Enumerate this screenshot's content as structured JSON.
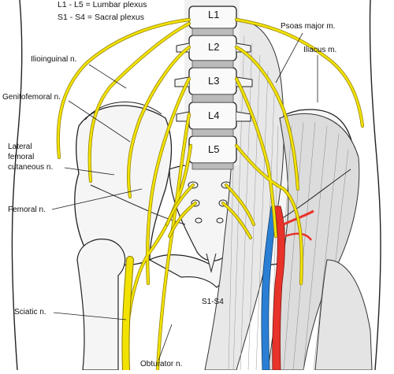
{
  "legend": {
    "lumbar": "L1 - L5 = Lumbar plexus",
    "sacral": "S1 - S4 = Sacral plexus"
  },
  "vertebrae": [
    "L1",
    "L2",
    "L3",
    "L4",
    "L5"
  ],
  "sacral_label": "S1-S4",
  "labels": {
    "psoas": "Psoas major m.",
    "iliacus": "Iliacus m.",
    "ilioinguinal": "Ilioinguinal n.",
    "genitofemoral": "Genitofemoral n.",
    "lateral_femoral_1": "Lateral",
    "lateral_femoral_2": "femoral",
    "lateral_femoral_3": "cutaneous n.",
    "femoral": "Femoral n.",
    "sciatic": "Sciatic n.",
    "obturator": "Obturator n."
  },
  "colors": {
    "nerve": "#f2e200",
    "nerve_outline": "#8a7a00",
    "artery": "#e8332a",
    "vein": "#2a7fd4",
    "bone": "#f5f5f5",
    "outline": "#222222",
    "muscle": "#d8d8d8"
  }
}
